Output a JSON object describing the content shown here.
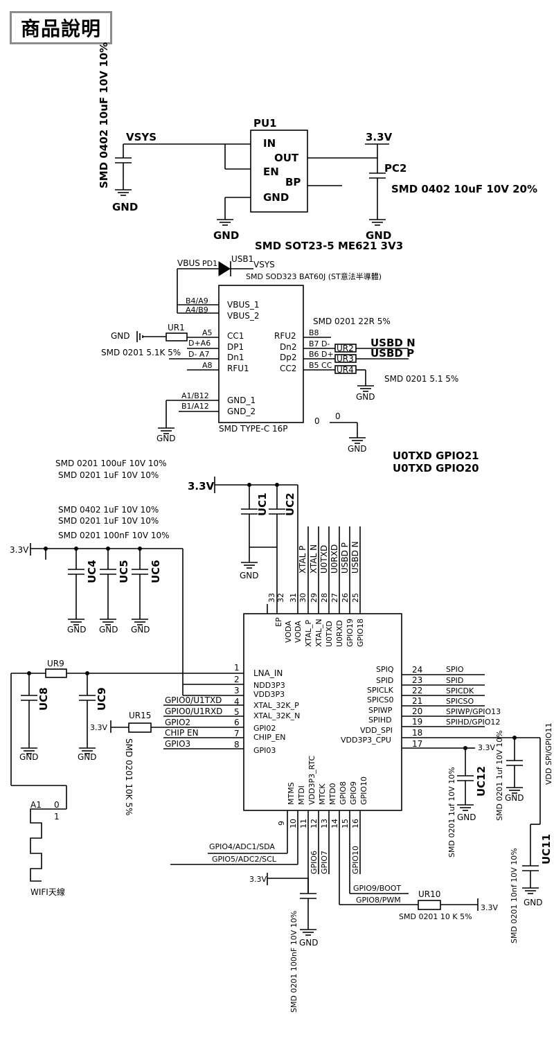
{
  "title": "商品說明",
  "regulator": {
    "ref": "PU1",
    "pins": [
      "IN",
      "OUT",
      "EN",
      "BP",
      "GND"
    ],
    "part": "SMD SOT23-5 ME621 3V3",
    "in_net": "VSYS",
    "out_net": "3.3V",
    "input_cap_spec": "SMD 0402 10uF 10V 10%",
    "output_cap_ref": "PC2",
    "output_cap_spec": "SMD 0402 10uF 10V 20%"
  },
  "usb": {
    "diode_ref": "PD1",
    "diode_in": "VBUS",
    "diode_out_ref": "USB1",
    "diode_out_net": "VSYS",
    "diode_spec": "SMD SOD323 BAT60J (ST意法半導體)",
    "connector": "SMD TYPE-C 16P",
    "left_pins": [
      "VBUS_1",
      "VBUS_2",
      "CC1",
      "DP1",
      "Dn1",
      "RFU1",
      "GND_1",
      "GND_2"
    ],
    "right_pins": [
      "RFU2",
      "Dn2",
      "Dp2",
      "CC2"
    ],
    "left_pin_labels": [
      "B4/A9",
      "A4/B9",
      "A5",
      "D+A6",
      "D- A7",
      "A8",
      "A1/B12",
      "B1/A12"
    ],
    "right_pin_labels": [
      "B8",
      "B7 D-",
      "B6 D+",
      "B5 CC"
    ],
    "ur1": "UR1",
    "ur1_spec": "SMD 0201 5.1K 5%",
    "series_spec": "SMD 0201 22R 5%",
    "series_refs": [
      "UR2",
      "UR3",
      "UR4"
    ],
    "net_n": "USBD N",
    "net_p": "USBD P",
    "cc_spec": "SMD 0201 5.1 5%",
    "zero_a": "0",
    "zero_b": "0"
  },
  "notes": {
    "uc12_spec": "SMD 0201 100uF 10V 10%",
    "uc1_spec": "SMD 0201 1uF 10V 10%",
    "uc4_spec": "SMD 0402 1uF 10V 10%",
    "uc5_spec": "SMD 0201 1uF 10V 10%",
    "uc6_spec": "SMD 0201 100nF 10V 10%",
    "uart_line1": "U0TXD GPIO21",
    "uart_line2": "U0TXD GPIO20"
  },
  "mcu": {
    "top_caps": [
      "UC1",
      "UC2"
    ],
    "left_caps": [
      "UC4",
      "UC5",
      "UC6"
    ],
    "top_net_labels": [
      "XTAL P",
      "XTAL N",
      "U0TXD",
      "U0RXD",
      "USBD P",
      "USBD N"
    ],
    "top_pin_nums": [
      "33",
      "32",
      "31",
      "30",
      "29",
      "28",
      "27",
      "26",
      "25"
    ],
    "top_pin_names": [
      "EP",
      "VODA",
      "VODA",
      "XTAL_P",
      "XTAL_N",
      "U0TXD",
      "U0RXD",
      "GPIO19",
      "GPIO18"
    ],
    "left_pin_nums": [
      "1",
      "2",
      "3",
      "4",
      "5",
      "6",
      "7",
      "8"
    ],
    "left_pin_names": [
      "LNA_IN",
      "NDD3P3",
      "VDD3P3",
      "XTAL_32K_P",
      "XTAL_32K_N",
      "GPI02",
      "CHIP_EN",
      "GPI03"
    ],
    "left_nets": [
      "GPIO0/U1TXD",
      "GPIO0/U1RXD",
      "GPIO2",
      "CHIP EN",
      "GPIO3"
    ],
    "right_pin_nums": [
      "24",
      "23",
      "22",
      "21",
      "20",
      "19",
      "18",
      "17"
    ],
    "right_pin_names": [
      "SPIQ",
      "SPID",
      "SPICLK",
      "SPICS0",
      "SPIWP",
      "SPIHD",
      "VDD_SPI",
      "VDD3P3_CPU"
    ],
    "right_nets": [
      "SPIO",
      "SPID",
      "SPICDK",
      "SPICSO",
      "SPIWP/GPIO13",
      "SPIHD/GPIO12"
    ],
    "bottom_pin_nums": [
      "9",
      "10",
      "11",
      "12",
      "13",
      "14",
      "15",
      "16"
    ],
    "bottom_pin_names": [
      "MTMS",
      "MTDI",
      "VDD3P3_RTC",
      "MTCK",
      "MTD0",
      "GPIO8",
      "GPIO9",
      "GPIO10"
    ],
    "bottom_nets": [
      "GPIO4/ADC1/SDA",
      "GPIO5/ADC2/SCL",
      "GPIO6",
      "GPIO7",
      "GPIO10",
      "GPIO9/BOOT",
      "GPIO8/PWM"
    ]
  },
  "antenna": {
    "ur9": "UR9",
    "uc8": "UC8",
    "uc9": "UC9",
    "a1": "A1",
    "pin0": "0",
    "pin1": "1",
    "label": "WIFI天線"
  },
  "ur15": {
    "ref": "UR15",
    "net": "3.3V",
    "spec": "SMD 0201 10K 5%"
  },
  "ur10": {
    "ref": "UR10",
    "net": "3.3V",
    "spec": "SMD 0201 10 K 5%"
  },
  "right_caps": {
    "uc12": "UC12",
    "uc12_spec": "SMD 0201 1uf 10V 10%",
    "uc12_net": "3.3V",
    "c2_spec": "SMD 0201 1uf 10V 10%",
    "uc11": "UC11",
    "uc11_spec": "SMD 0201 10nf 10V 10%",
    "vdd_spi": "VDD SPI/GPIO11"
  },
  "rtc_cap": {
    "net": "3.3V",
    "spec": "SMD 0201 100nF 10V 10%"
  },
  "common": {
    "gnd": "GND",
    "v33": "3.3V"
  }
}
